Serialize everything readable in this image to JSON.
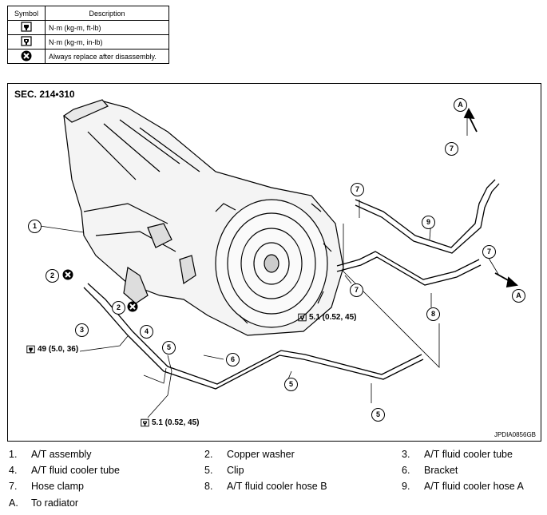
{
  "symbol_table": {
    "headers": [
      "Symbol",
      "Description"
    ],
    "rows": [
      {
        "icon": "torque-wrench-nm-kgm-ftlb-icon",
        "text": "N·m (kg-m, ft-lb)"
      },
      {
        "icon": "torque-wrench-nm-kgm-inlb-icon",
        "text": "N·m (kg-m, in-lb)"
      },
      {
        "icon": "always-replace-icon",
        "text": "Always replace after disassembly."
      }
    ]
  },
  "diagram": {
    "section": "SEC. 214•310",
    "figure_id": "JPDIA0856GB",
    "torques": [
      "49 (5.0, 36)",
      "5.1 (0.52, 45)",
      "5.1 (0.52, 45)"
    ],
    "callouts": [
      "1",
      "2",
      "2",
      "3",
      "4",
      "5",
      "5",
      "5",
      "6",
      "7",
      "7",
      "7",
      "7",
      "8",
      "9",
      "A",
      "A"
    ]
  },
  "legend": [
    {
      "num": "1.",
      "text": "A/T assembly"
    },
    {
      "num": "2.",
      "text": "Copper washer"
    },
    {
      "num": "3.",
      "text": "A/T fluid cooler tube"
    },
    {
      "num": "4.",
      "text": "A/T fluid cooler tube"
    },
    {
      "num": "5.",
      "text": "Clip"
    },
    {
      "num": "6.",
      "text": "Bracket"
    },
    {
      "num": "7.",
      "text": "Hose clamp"
    },
    {
      "num": "8.",
      "text": "A/T fluid cooler hose B"
    },
    {
      "num": "9.",
      "text": "A/T fluid cooler hose A"
    },
    {
      "num": "A.",
      "text": "To radiator"
    }
  ]
}
